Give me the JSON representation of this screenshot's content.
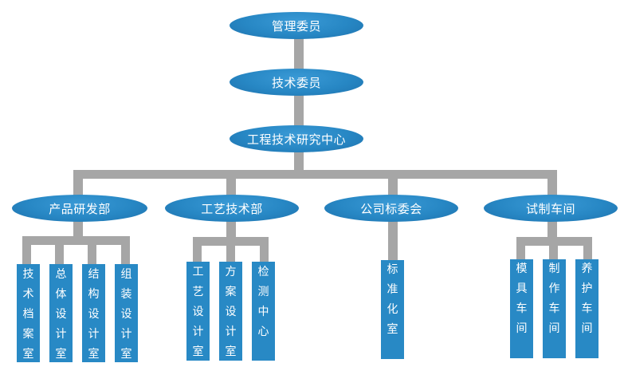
{
  "colors": {
    "node": "#2889c5",
    "connector": "#a6a6a6",
    "text": "#ffffff"
  },
  "top_nodes": [
    "管理委员",
    "技术委员",
    "工程技术研究中心"
  ],
  "departments": [
    {
      "name": "产品研发部",
      "units": [
        "技术档案室",
        "总体设计室",
        "结构设计室",
        "组装设计室"
      ]
    },
    {
      "name": "工艺技术部",
      "units": [
        "工艺设计室",
        "方案设计室",
        "检测中心"
      ]
    },
    {
      "name": "公司标委会",
      "units": [
        "标准化室"
      ]
    },
    {
      "name": "试制车间",
      "units": [
        "模具车间",
        "制作车间",
        "养护车间"
      ]
    }
  ]
}
